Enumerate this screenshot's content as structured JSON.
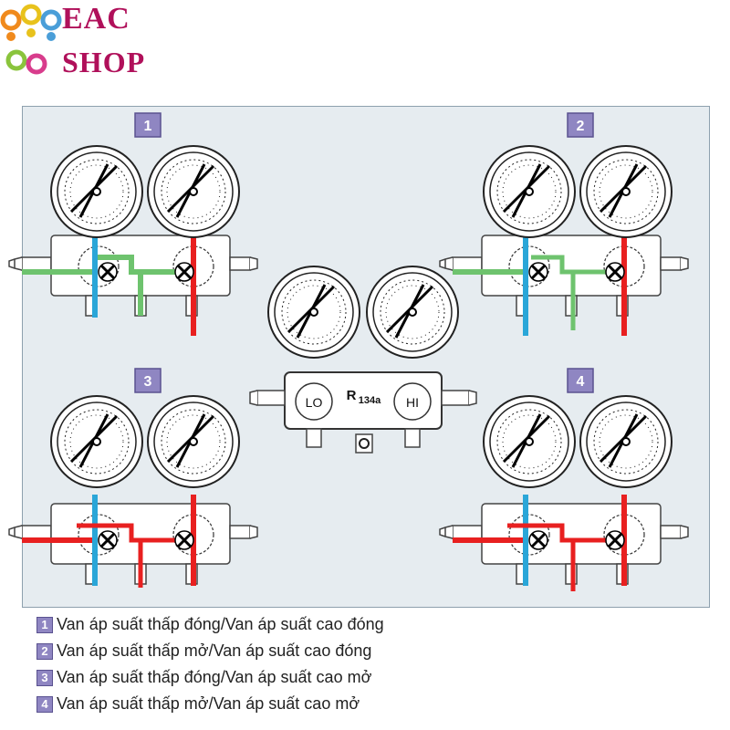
{
  "logo": {
    "line1": "EAC",
    "line2": "SHOP"
  },
  "colors": {
    "low_side": "#2aa6d8",
    "high_side": "#e82020",
    "service": "#6ec36e",
    "badge": "#8f86c2",
    "panel": "#e6ecf0"
  },
  "center_manifold": {
    "refrigerant": "R",
    "refrigerant_sub": "134a",
    "low_label": "LO",
    "high_label": "HI"
  },
  "configurations": [
    {
      "step": "1",
      "legend": "Van áp suất thấp đóng/Van áp suất cao đóng"
    },
    {
      "step": "2",
      "legend": "Van áp suất thấp mở/Van áp suất cao đóng"
    },
    {
      "step": "3",
      "legend": "Van áp suất thấp đóng/Van áp suất cao mở"
    },
    {
      "step": "4",
      "legend": "Van áp suất thấp mở/Van áp suất cao mở"
    }
  ]
}
